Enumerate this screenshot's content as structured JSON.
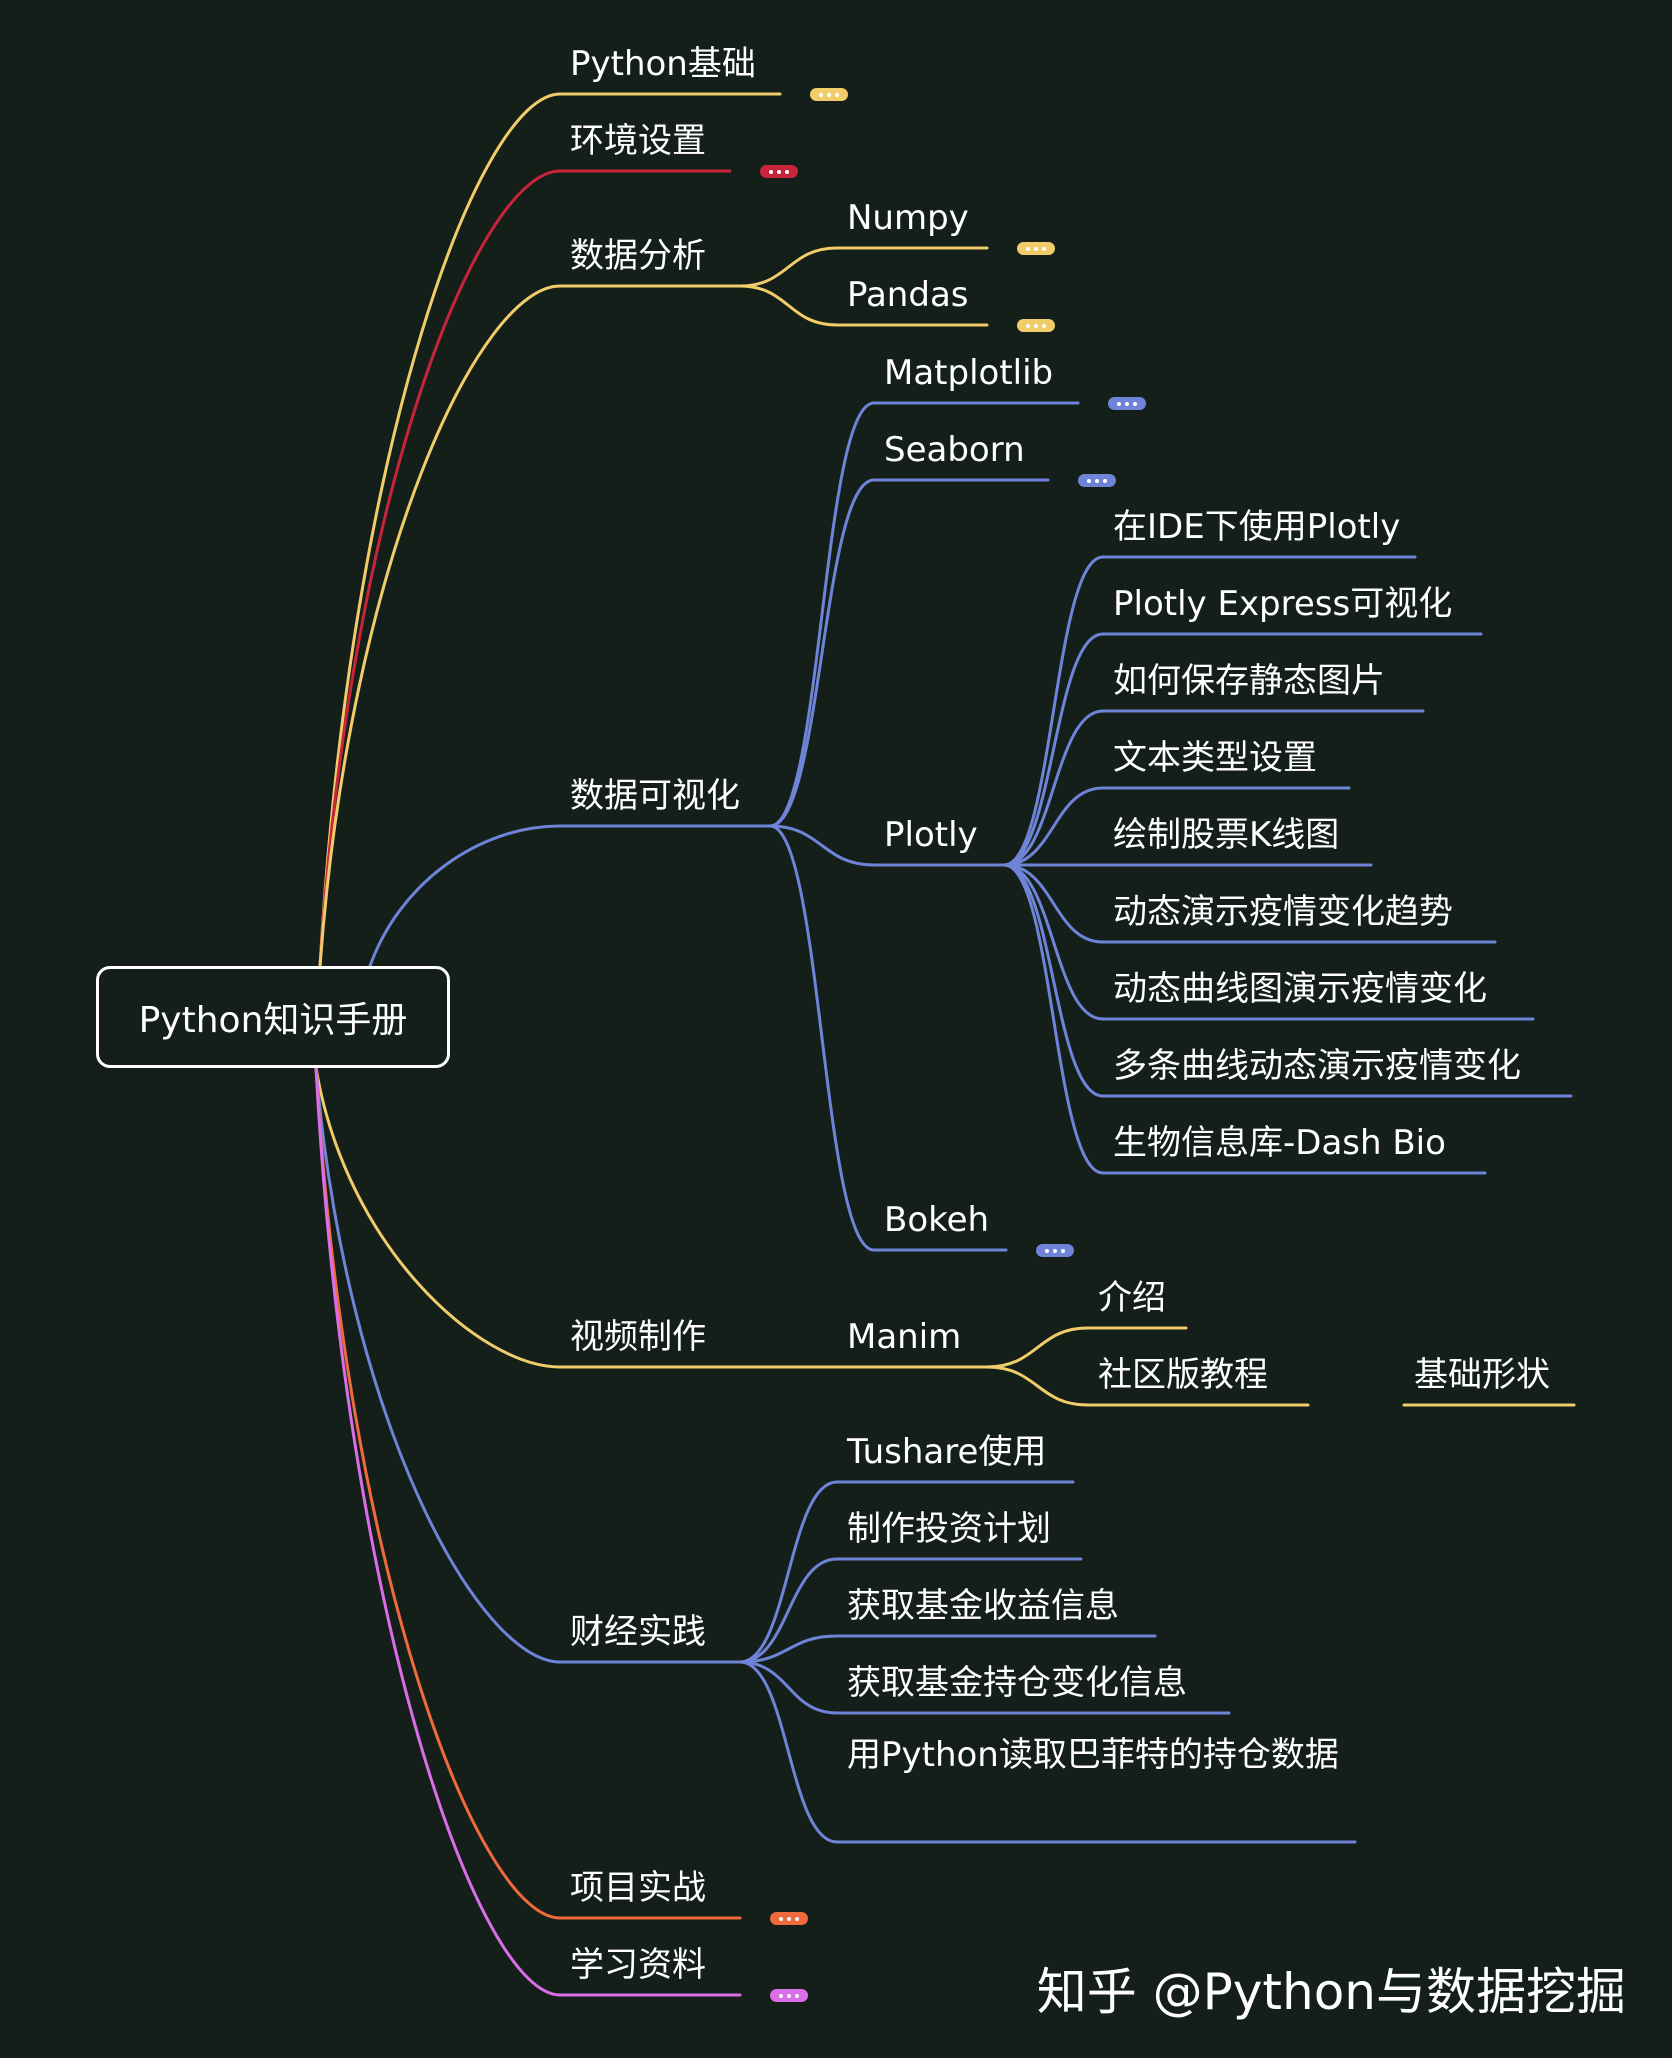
{
  "colors": {
    "background": "#131f18",
    "yellow": "#f0cc6a",
    "red": "#c8243c",
    "blue": "#6f84d8",
    "orange": "#ef6a3c",
    "pink": "#d96ee6",
    "text": "#ffffff"
  },
  "root": {
    "label": "Python知识手册"
  },
  "nodes": [
    {
      "id": "py-basics",
      "label": "Python基础",
      "parent": "root",
      "color": "yellow",
      "collapsed": true
    },
    {
      "id": "env",
      "label": "环境设置",
      "parent": "root",
      "color": "red",
      "collapsed": true
    },
    {
      "id": "analysis",
      "label": "数据分析",
      "parent": "root",
      "color": "yellow"
    },
    {
      "id": "numpy",
      "label": "Numpy",
      "parent": "analysis",
      "color": "yellow",
      "collapsed": true
    },
    {
      "id": "pandas",
      "label": "Pandas",
      "parent": "analysis",
      "color": "yellow",
      "collapsed": true
    },
    {
      "id": "viz",
      "label": "数据可视化",
      "parent": "root",
      "color": "blue"
    },
    {
      "id": "matplotlib",
      "label": "Matplotlib",
      "parent": "viz",
      "color": "blue",
      "collapsed": true
    },
    {
      "id": "seaborn",
      "label": "Seaborn",
      "parent": "viz",
      "color": "blue",
      "collapsed": true
    },
    {
      "id": "plotly",
      "label": "Plotly",
      "parent": "viz",
      "color": "blue"
    },
    {
      "id": "p1",
      "label": "在IDE下使用Plotly",
      "parent": "plotly",
      "color": "blue"
    },
    {
      "id": "p2",
      "label": "Plotly Express可视化",
      "parent": "plotly",
      "color": "blue"
    },
    {
      "id": "p3",
      "label": "如何保存静态图片",
      "parent": "plotly",
      "color": "blue"
    },
    {
      "id": "p4",
      "label": "文本类型设置",
      "parent": "plotly",
      "color": "blue"
    },
    {
      "id": "p5",
      "label": "绘制股票K线图",
      "parent": "plotly",
      "color": "blue"
    },
    {
      "id": "p6",
      "label": "动态演示疫情变化趋势",
      "parent": "plotly",
      "color": "blue"
    },
    {
      "id": "p7",
      "label": "动态曲线图演示疫情变化",
      "parent": "plotly",
      "color": "blue"
    },
    {
      "id": "p8",
      "label": "多条曲线动态演示疫情变化",
      "parent": "plotly",
      "color": "blue"
    },
    {
      "id": "p9",
      "label": "生物信息库-Dash Bio",
      "parent": "plotly",
      "color": "blue"
    },
    {
      "id": "bokeh",
      "label": "Bokeh",
      "parent": "viz",
      "color": "blue",
      "collapsed": true
    },
    {
      "id": "video",
      "label": "视频制作",
      "parent": "root",
      "color": "yellow"
    },
    {
      "id": "manim",
      "label": "Manim",
      "parent": "video",
      "color": "yellow"
    },
    {
      "id": "intro",
      "label": "介绍",
      "parent": "manim",
      "color": "yellow"
    },
    {
      "id": "community",
      "label": "社区版教程",
      "parent": "manim",
      "color": "yellow"
    },
    {
      "id": "shapes",
      "label": "基础形状",
      "parent": "community",
      "color": "yellow"
    },
    {
      "id": "finance",
      "label": "财经实践",
      "parent": "root",
      "color": "blue"
    },
    {
      "id": "f1",
      "label": "Tushare使用",
      "parent": "finance",
      "color": "blue"
    },
    {
      "id": "f2",
      "label": "制作投资计划",
      "parent": "finance",
      "color": "blue"
    },
    {
      "id": "f3",
      "label": "获取基金收益信息",
      "parent": "finance",
      "color": "blue"
    },
    {
      "id": "f4",
      "label": "获取基金持仓变化信息",
      "parent": "finance",
      "color": "blue"
    },
    {
      "id": "f5",
      "label": "用Python读取巴菲特的持仓数据",
      "parent": "finance",
      "color": "blue"
    },
    {
      "id": "projects",
      "label": "项目实战",
      "parent": "root",
      "color": "orange",
      "collapsed": true
    },
    {
      "id": "resources",
      "label": "学习资料",
      "parent": "root",
      "color": "pink",
      "collapsed": true
    }
  ],
  "watermark": "知乎 @Python与数据挖掘"
}
